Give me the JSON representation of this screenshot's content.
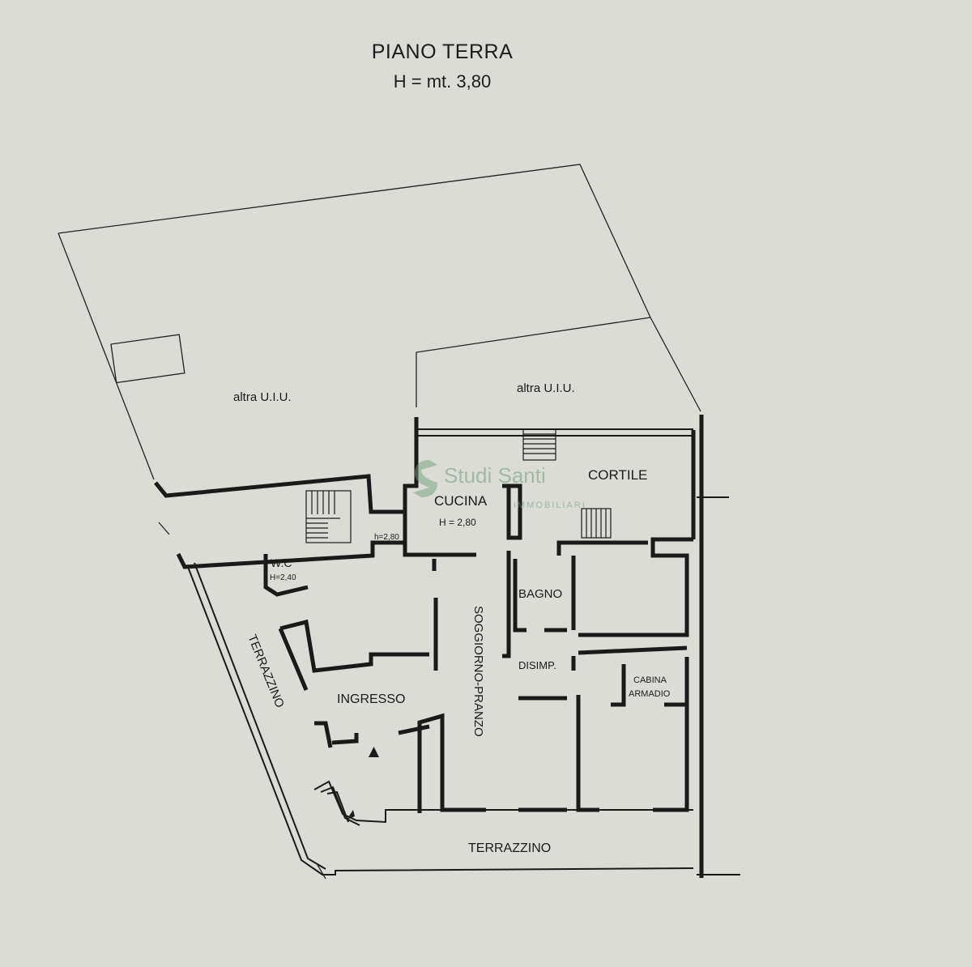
{
  "header": {
    "title": "PIANO TERRA",
    "height_note": "H = mt. 3,80"
  },
  "rooms": {
    "altra_uiu_left": "altra U.I.U.",
    "altra_uiu_right": "altra U.I.U.",
    "cortile": "CORTILE",
    "cucina": "CUCINA",
    "cucina_height": "H = 2,80",
    "stair_height": "h=2,80",
    "wc": "W.C",
    "wc_height": "H=2,40",
    "bagno": "BAGNO",
    "disimp": "DISIMP.",
    "cabina": "CABINA",
    "armadio": "ARMADIO",
    "ingresso": "INGRESSO",
    "soggiorno": "SOGGIORNO-PRANZO",
    "terrazzino_left": "TERRAZZINO",
    "terrazzino_bottom": "TERRAZZINO"
  },
  "watermark": {
    "brand": "Studi Santi",
    "tagline": "IMMOBILIARI"
  },
  "colors": {
    "paper": "#dcdcd7",
    "ink": "#1a1a1a",
    "watermark": "#6fa07a"
  }
}
